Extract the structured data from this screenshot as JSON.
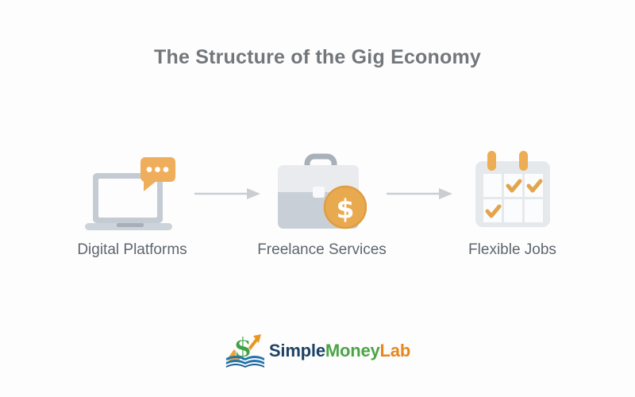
{
  "title": "The Structure of the Gig Economy",
  "steps": [
    {
      "label": "Digital Platforms",
      "icon": "laptop-chat-icon"
    },
    {
      "label": "Freelance Services",
      "icon": "briefcase-dollar-icon"
    },
    {
      "label": "Flexible Jobs",
      "icon": "calendar-checks-icon"
    }
  ],
  "connectors": {
    "type": "arrow-right",
    "count": 2
  },
  "brand": {
    "simple": "Simple",
    "money": "Money",
    "lab": "Lab"
  },
  "colors": {
    "background": "#FDFDFD",
    "title_text": "#73777B",
    "label_text": "#5E666E",
    "accent_orange": "#EDAC58",
    "icon_gray_light": "#E9EBEE",
    "icon_gray_mid": "#CBD1D8",
    "icon_gray_dark": "#A9B0B9",
    "arrow_gray": "#C9CED3",
    "coin_orange": "#E9AA4F",
    "brand_navy": "#1E4164",
    "brand_green": "#4CA446",
    "brand_orange": "#E8861B",
    "brand_book_blue": "#2273AE"
  }
}
